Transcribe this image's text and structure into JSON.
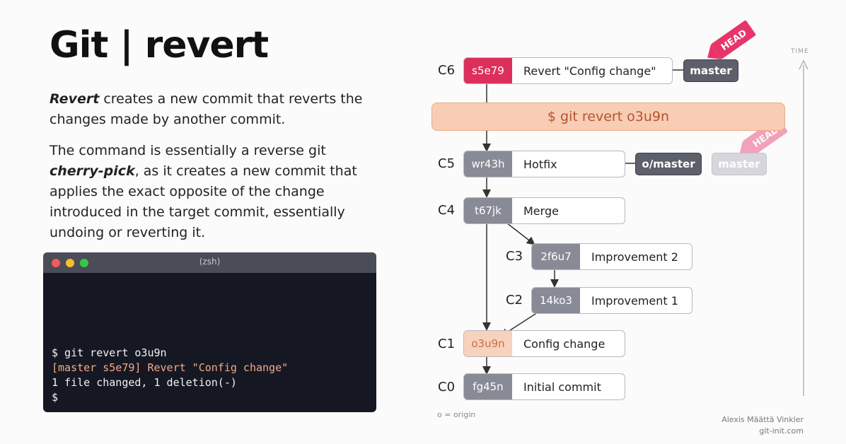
{
  "slide": {
    "title": "Git | revert",
    "para1_em": "Revert",
    "para1_rest": " creates a new commit that reverts the changes made by another commit.",
    "para2_a": "The command is essentially a reverse git ",
    "para2_em": "cherry-pick",
    "para2_b": ", as it creates a new commit that applies the exact opposite of the change introduced in the target commit, essentially undoing or reverting it."
  },
  "terminal": {
    "title": "(zsh)",
    "line1": "$ git revert o3u9n",
    "line2": "[master s5e79] Revert \"Config change\"",
    "line3": "1 file changed, 1 deletion(-)",
    "line4": "$"
  },
  "diagram": {
    "time_label": "TIME",
    "banner": "$ git revert o3u9n",
    "commits": [
      {
        "label": "C6",
        "hash": "s5e79",
        "message": "Revert \"Config change\""
      },
      {
        "label": "C5",
        "hash": "wr43h",
        "message": "Hotfix"
      },
      {
        "label": "C4",
        "hash": "t67jk",
        "message": "Merge"
      },
      {
        "label": "C3",
        "hash": "2f6u7",
        "message": "Improvement 2"
      },
      {
        "label": "C2",
        "hash": "14ko3",
        "message": "Improvement 1"
      },
      {
        "label": "C1",
        "hash": "o3u9n",
        "message": "Config change"
      },
      {
        "label": "C0",
        "hash": "fg45n",
        "message": "Initial commit"
      }
    ],
    "branches": {
      "master": "master",
      "origin_master": "o/master",
      "old_master": "master",
      "head": "HEAD",
      "old_head": "HEAD"
    },
    "legend": "o = origin",
    "author": "Alexis Määttä Vinkler",
    "site": "git-init.com"
  }
}
